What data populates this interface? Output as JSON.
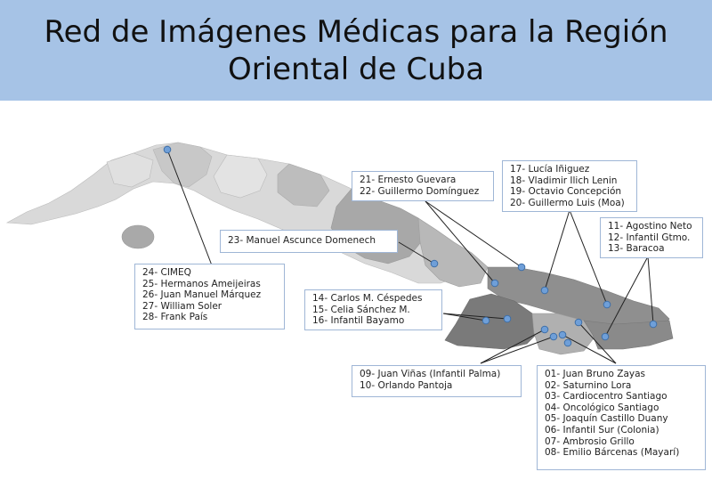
{
  "title": "Red de Imágenes Médicas para la Región Oriental de Cuba",
  "colors": {
    "header_bg": "#a6c3e6",
    "marker_fill": "#6f9fd8",
    "marker_stroke": "#3e6fa8",
    "box_border": "#9fb6d6",
    "leader_line": "#222222"
  },
  "label_groups": [
    {
      "id": "havana",
      "lines": [
        "24- CIMEQ",
        "25- Hermanos Ameijeiras",
        "26- Juan Manuel Márquez",
        "27- William Soler",
        "28- Frank País"
      ]
    },
    {
      "id": "camaguey",
      "lines": [
        "23- Manuel Ascunce Domenech"
      ]
    },
    {
      "id": "las-tunas",
      "lines": [
        "21- Ernesto Guevara",
        "22- Guillermo Domínguez"
      ]
    },
    {
      "id": "holguin",
      "lines": [
        "17- Lucía Iñiguez",
        "18- Vladimir Ilich Lenin",
        "19- Octavio Concepción",
        "20- Guillermo Luis (Moa)"
      ]
    },
    {
      "id": "guantanamo",
      "lines": [
        "11- Agostino Neto",
        "12- Infantil Gtmo.",
        "13- Baracoa"
      ]
    },
    {
      "id": "granma",
      "lines": [
        "14- Carlos M. Céspedes",
        "15- Celia Sánchez M.",
        "16- Infantil Bayamo"
      ]
    },
    {
      "id": "palma",
      "lines": [
        "09- Juan Viñas (Infantil Palma)",
        "10- Orlando Pantoja"
      ]
    },
    {
      "id": "santiago",
      "lines": [
        "01- Juan Bruno Zayas",
        "02- Saturnino Lora",
        "03- Cardiocentro Santiago",
        "04- Oncológico Santiago",
        "05- Joaquín Castillo Duany",
        "06- Infantil Sur (Colonia)",
        "07- Ambrosio Grillo",
        "08- Emilio Bárcenas (Mayarí)"
      ]
    }
  ]
}
